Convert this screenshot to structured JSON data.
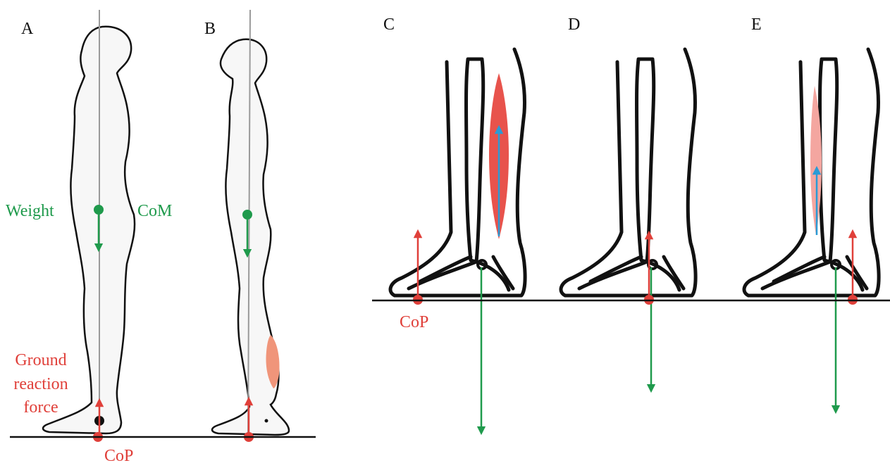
{
  "panels": {
    "a": "A",
    "b": "B",
    "c": "C",
    "d": "D",
    "e": "E"
  },
  "labels": {
    "weight": "Weight",
    "com": "CoM",
    "grf_line1": "Ground",
    "grf_line2": "reaction",
    "grf_line3": "force",
    "cop_a": "CoP",
    "cop_c": "CoP"
  },
  "colors": {
    "weight_green": "#1f9a4c",
    "force_red": "#e0403a",
    "muscle_red": "#e8534c",
    "muscle_salmon": "#f0957a",
    "muscle_pink": "#f4a6a0",
    "tendon_blue": "#2a9bd6",
    "body_fill": "#f7f7f7",
    "outline": "#111111",
    "plumb_line": "#9a9a9a"
  }
}
